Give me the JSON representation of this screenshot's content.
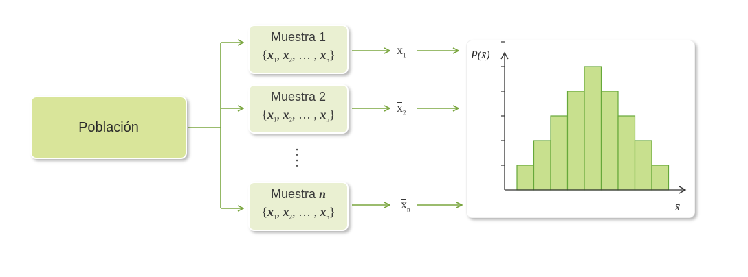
{
  "population": {
    "label": "Población"
  },
  "samples": [
    {
      "title": "Muestra 1",
      "xbar_sub": "1"
    },
    {
      "title": "Muestra 2",
      "xbar_sub": "2"
    },
    {
      "title": "Muestra ",
      "title_italic": "n",
      "xbar_sub": "n"
    }
  ],
  "set": {
    "open": "{",
    "x": "x",
    "sub1": "1",
    "sub2": "2",
    "subn": "n",
    "sep": ", ",
    "ellipsis": " … ",
    "close": "}"
  },
  "vertical_dots": ":",
  "colors": {
    "arrow": "#7aa63f",
    "population_fill": "#d9e59a",
    "sample_fill": "#eaf0d2",
    "bar_fill": "#c8e08e",
    "bar_stroke": "#66a83a",
    "axis": "#333333"
  },
  "chart_data": {
    "type": "bar",
    "ylabel": "P(x̄)",
    "xlabel": "x̄",
    "values": [
      1,
      2,
      3,
      4,
      5,
      4,
      3,
      2,
      1
    ],
    "ylim": [
      0,
      6
    ],
    "ytick_count": 6,
    "grid": false
  }
}
